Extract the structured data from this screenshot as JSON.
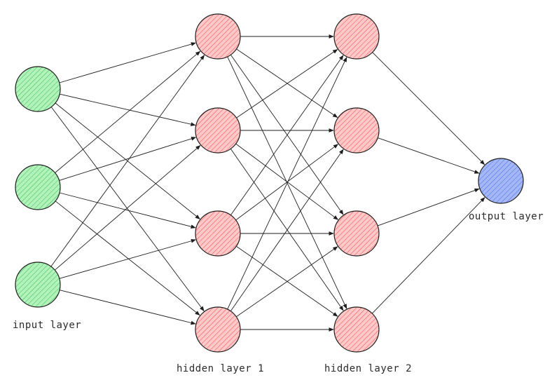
{
  "diagram": {
    "type": "neural-network",
    "colors": {
      "input_fill": "#b2f2bb",
      "input_hatch": "#40c057",
      "hidden_fill": "#ffc9c9",
      "hidden_hatch": "#fa5252",
      "output_fill": "#a5b8f5",
      "output_hatch": "#4c6ef5",
      "stroke": "#1e1e1e"
    },
    "layers": [
      {
        "label": "input layer",
        "nodes": 3,
        "role": "input"
      },
      {
        "label": "hidden layer 1",
        "nodes": 4,
        "role": "hidden"
      },
      {
        "label": "hidden layer 2",
        "nodes": 4,
        "role": "hidden"
      },
      {
        "label": "output layer",
        "nodes": 1,
        "role": "output"
      }
    ],
    "connections": "fully-connected"
  }
}
